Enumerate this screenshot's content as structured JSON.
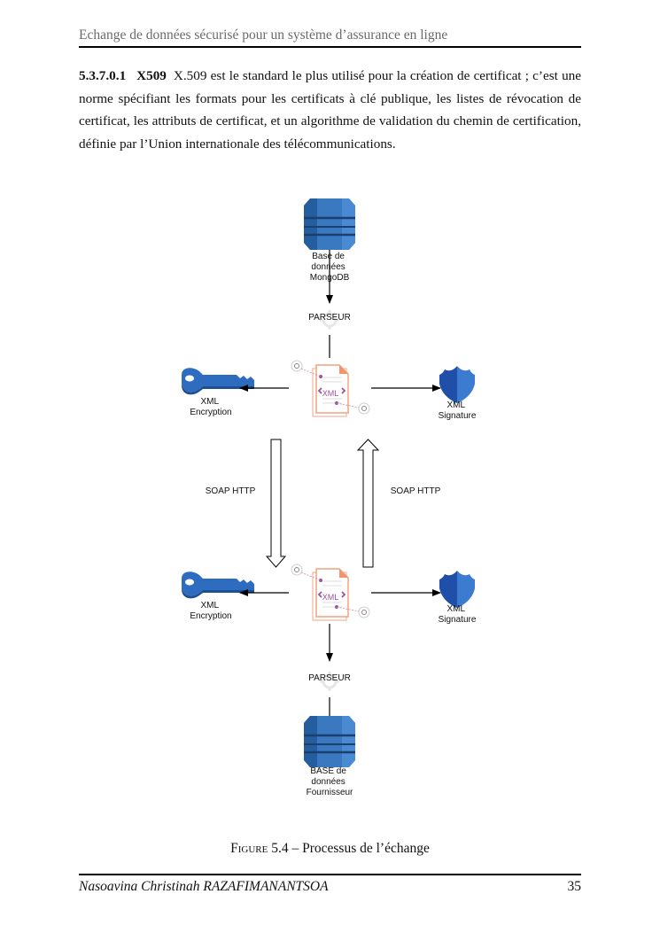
{
  "header": {
    "running_title": "Echange de données sécurisé pour un système d’assurance en ligne"
  },
  "section": {
    "number": "5.3.7.0.1",
    "title": "X509",
    "text": "X.509 est le standard le plus utilisé pour la création de certificat ; c’est une norme spécifiant les formats pour les certificats à clé publique, les listes de révocation de certificat, les attributs de certificat, et un algorithme de validation du chemin de certification, définie par l’Union internationale des télécommunications."
  },
  "diagram": {
    "colors": {
      "db_blue": "#2f6db5",
      "key_blue": "#2e6cc0",
      "shield_blue": "#1f4fa8",
      "doc_orange": "#f4a080",
      "xml_purple": "#a0509e"
    },
    "top_db": {
      "icon": "database-icon",
      "label_lines": [
        "Base de",
        "données",
        "MongoDB"
      ]
    },
    "top_parser": {
      "icon": "gear-icon",
      "label": "PARSEUR"
    },
    "top_row": {
      "left": {
        "icon": "key-icon",
        "label_lines": [
          "XML",
          "Encryption"
        ]
      },
      "center": {
        "icon": "xml-document-icon",
        "badge": "XML"
      },
      "right": {
        "icon": "shield-icon",
        "label_lines": [
          "XML",
          "Signature"
        ]
      }
    },
    "transport_left": {
      "icon": "arrow-down-icon",
      "label": "SOAP HTTP"
    },
    "transport_right": {
      "icon": "arrow-up-icon",
      "label": "SOAP HTTP"
    },
    "bottom_row": {
      "left": {
        "icon": "key-icon",
        "label_lines": [
          "XML",
          "Encryption"
        ]
      },
      "center": {
        "icon": "xml-document-icon",
        "badge": "XML"
      },
      "right": {
        "icon": "shield-icon",
        "label_lines": [
          "XML",
          "Signature"
        ]
      }
    },
    "bottom_parser": {
      "icon": "gear-icon",
      "label": "PARSEUR"
    },
    "bottom_db": {
      "icon": "database-icon",
      "label_lines": [
        "BASE de",
        "données",
        "Fournisseur"
      ]
    }
  },
  "figure": {
    "prefix": "Figure",
    "number": "5.4",
    "separator": " – ",
    "title": "Processus de l’échange"
  },
  "footer": {
    "author": "Nasoavina Christinah RAZAFIMANANTSOA",
    "page_number": "35"
  }
}
